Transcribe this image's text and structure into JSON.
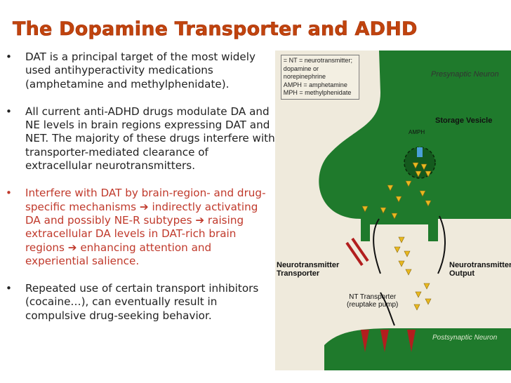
{
  "title": "The Dopamine Transporter and ADHD",
  "bullet_symbol": "•",
  "bullets": [
    {
      "text": "DAT is a principal target of the most widely used antihyperactivity medications (amphetamine and methylphenidate)."
    },
    {
      "text": "All current anti-ADHD drugs modulate DA and NE levels in brain regions expressing DAT and NET. The majority of these drugs interfere with transporter-mediated clearance of extracellular neurotransmitters."
    },
    {
      "text": "Interfere with DAT by brain-region- and drug-specific mechanisms ➔ indirectly activating DA and possibly NE-R subtypes ➔ raising extracellular DA levels in DAT-rich brain regions ➔ enhancing attention and experiential salience."
    },
    {
      "text": "Repeated use of certain transport inhibitors (cocaine…), can eventually result in compulsive drug-seeking behavior."
    }
  ],
  "diagram": {
    "legend": {
      "line1": "= NT = neurotransmitter;",
      "line2": "dopamine or",
      "line3": "norepinephrine",
      "line4": "AMPH = amphetamine",
      "line5": "MPH = methylphenidate"
    },
    "presynaptic": "Presynaptic Neuron",
    "amph": "AMPH",
    "storage": "Storage Vesicle",
    "nt_transporter_left": "Neurotransmitter\nTransporter",
    "nt_output": "Neurotransmitter\nOutput",
    "reuptake": "NT Transporter\n(reuptake pump)",
    "postsynaptic": "Postsynaptic Neuron",
    "colors": {
      "neuron": "#1f7a2c",
      "neuron_dark": "#145a1e",
      "nt": "#e8b820",
      "receptor": "#b21e1e",
      "background": "#efeadc"
    }
  }
}
